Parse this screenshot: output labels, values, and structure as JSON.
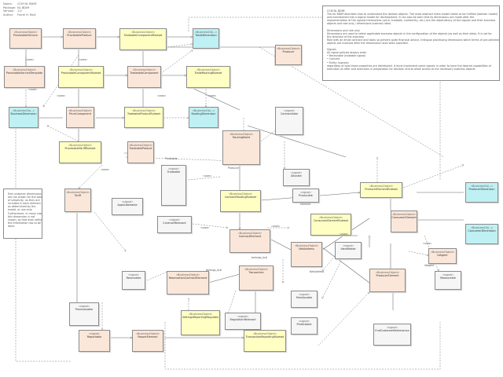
{
  "header": {
    "rows": [
      {
        "key": "Name:",
        "value": "CCM NL BDIM"
      },
      {
        "key": "Package:",
        "value": "NL BDIM"
      },
      {
        "key": "Version:",
        "value": "1.0"
      },
      {
        "key": "Author:",
        "value": "Frank H. Rolij"
      }
    ]
  },
  "notes": {
    "main": [
      "CCM NL BDIM",
      "The NL BDIM describes how to understand the domain objects. The most abstract meta model needs to be fulfilled (domain model)",
      "and transformed into a logical model for development. It can also be seen that its dimensions are made after the",
      "implementation of the signals themselves (price, tradable, conformity, etc.) but the dependency of the signals and their business",
      "objects and role only / dimensions business ideal.",
      "",
      "Dimensions and role only",
      "Dimensions are used to select applicable business objects in the configuration of the objects (as well as their data). It is set for",
      "the direction of the business",
      "Role with an email contract and tasks so prevent quite financial advice, trilingual processing dimensions which terms of pre-selected",
      "objects are involved after the dimensions have been specified.",
      "",
      "Signals",
      "All signal policies always exist:",
      "• Receivable (tradable signal)",
      "• Content",
      "• Entity (signals)",
      "regardless of how these properties are distributed. It must implement some signals in order to have the desired capabilities of",
      "execution as offer and execution in preparation for decision and to allow access to the necessary business objects"
    ],
    "side": [
      "End customer dimensions",
      "are not shown for the sake",
      "of simplicity, as they are",
      "included in each element",
      "as determined by the",
      "model, or use only.",
      "Furthermore, in many cases",
      "this dimension is not",
      "shown, so that even without",
      "the information has to be",
      "done."
    ]
  },
  "stereotypes": {
    "bo": "«BusinessObject»",
    "dim": "«BusinessObj...»",
    "sig": "«signal»"
  },
  "nodes": [
    {
      "id": "provisiable-service",
      "stereo": "«BusinessObject»",
      "name": "ProvisiableService",
      "color": "beige"
    },
    {
      "id": "provisiable-product",
      "stereo": "«BusinessObject»",
      "name": "ProvisiableProduct",
      "color": "beige"
    },
    {
      "id": "tradeable-component-ruleset",
      "stereo": "«BusinessObject»",
      "name": "TradeableComponentRuleset",
      "color": "yellow"
    },
    {
      "id": "trade-dimension",
      "stereo": "«BusinessObj...»",
      "name": "TradeDimension",
      "color": "cyan"
    },
    {
      "id": "producer-top",
      "stereo": "«BusinessObject»",
      "name": "Producer",
      "color": "beige"
    },
    {
      "id": "provisiable-service-template",
      "stereo": "«BusinessObject»",
      "name": "ProvisiableServiceTemplate",
      "color": "beige"
    },
    {
      "id": "provisiable-component-ruleset",
      "stereo": "«BusinessObject»",
      "name": "ProvisiableComponentRuleset",
      "color": "yellow"
    },
    {
      "id": "tradeable-component",
      "stereo": "«BusinessObject»",
      "name": "TradeableComponent",
      "color": "beige"
    },
    {
      "id": "trade-routing-ruleset",
      "stereo": "«BusinessObject»",
      "name": "TradeRoutingRuleset",
      "color": "yellow"
    },
    {
      "id": "business-dimension",
      "stereo": "«BusinessObj...»",
      "name": "BusinessDimension",
      "color": "cyan"
    },
    {
      "id": "price-component",
      "stereo": "«BusinessObject»",
      "name": "PriceComponent",
      "color": "beige"
    },
    {
      "id": "tradeable-product-ruleset",
      "stereo": "«BusinessObject»",
      "name": "TradeableProductRuleset",
      "color": "yellow"
    },
    {
      "id": "routing-dimension",
      "stereo": "«BusinessObj...»",
      "name": "RoutingDimension",
      "color": "cyan"
    },
    {
      "id": "contract-able",
      "stereo": "«signal»",
      "name": "ContractAble",
      "color": "white"
    },
    {
      "id": "provisiable-tariff-ruleset",
      "stereo": "«BusinessObject»",
      "name": "ProvisiableTariffRuleset",
      "color": "yellow"
    },
    {
      "id": "tradeable-product",
      "stereo": "«BusinessObject»",
      "name": "TradeableProduct",
      "color": "beige"
    },
    {
      "id": "routing-need",
      "stereo": "«BusinessObject»",
      "name": "RoutingNeed",
      "color": "beige"
    },
    {
      "id": "allocate",
      "stereo": "«signal»",
      "name": "Allocate",
      "color": "white"
    },
    {
      "id": "tariff",
      "stereo": "«BusinessObject»",
      "name": "Tariff",
      "color": "beige"
    },
    {
      "id": "tradeable-signal",
      "stereo": "«signal»",
      "name": "Tradeable",
      "color": "white"
    },
    {
      "id": "contract-routing-ruleset",
      "stereo": "«BusinessObject»",
      "name": "ContractRoutingRuleset",
      "color": "yellow"
    },
    {
      "id": "producible",
      "stereo": "«signal»",
      "name": "Producible",
      "color": "white"
    },
    {
      "id": "producer-element-ruleset",
      "stereo": "«BusinessObject»",
      "name": "ProducerElementRuleset",
      "color": "yellow"
    },
    {
      "id": "producer-dimension",
      "stereo": "«BusinessObj...»",
      "name": "ProducerDimension",
      "color": "cyan"
    },
    {
      "id": "applicable",
      "stereo": "«signal»",
      "name": "ApplicAbleable",
      "color": "white"
    },
    {
      "id": "contract-relevant",
      "stereo": "«signal»",
      "name": "ContractRelevant",
      "color": "white"
    },
    {
      "id": "consumer-element-ruleset",
      "stereo": "«BusinessObject»",
      "name": "ConsumerElementRuleset",
      "color": "yellow"
    },
    {
      "id": "consumer-element",
      "stereo": "«BusinessObject»",
      "name": "ConsumerElement",
      "color": "beige"
    },
    {
      "id": "consumer-dimension",
      "stereo": "«BusinessObj...»",
      "name": "ConsumerDimension",
      "color": "cyan"
    },
    {
      "id": "contract-element",
      "stereo": "«BusinessObject»",
      "name": "ContractElement",
      "color": "beige"
    },
    {
      "id": "net-address",
      "stereo": "«BusinessObject»",
      "name": "NetAddress",
      "color": "beige"
    },
    {
      "id": "identifiable",
      "stereo": "«signal»",
      "name": "Identifiable",
      "color": "white"
    },
    {
      "id": "id-agent",
      "stereo": "«BusinessObject»",
      "name": "IdAgent",
      "color": "beige"
    },
    {
      "id": "reservable",
      "stereo": "«signal»",
      "name": "Reservable",
      "color": "white"
    },
    {
      "id": "reservation-contract-element",
      "stereo": "«BusinessObject»",
      "name": "ReservationContractElement",
      "color": "beige"
    },
    {
      "id": "transaction",
      "stereo": "«BusinessObject»",
      "name": "Transaction",
      "color": "beige"
    },
    {
      "id": "producer-element",
      "stereo": "«BusinessObject»",
      "name": "ProducerElement",
      "color": "beige"
    },
    {
      "id": "measurable",
      "stereo": "«signal»",
      "name": "Measurable",
      "color": "white"
    },
    {
      "id": "provisionable",
      "stereo": "«signal»",
      "name": "Provisionable",
      "color": "white"
    },
    {
      "id": "monitorable",
      "stereo": "«signal»",
      "name": "Monitorable",
      "color": "white"
    },
    {
      "id": "settings-reporting-regulations",
      "stereo": "«BusinessObject»",
      "name": "SettingsReportingRegulatio",
      "color": "yellow"
    },
    {
      "id": "regulation-relevant",
      "stereo": "«signal»",
      "name": "RegulationRelevant",
      "color": "white"
    },
    {
      "id": "predictable",
      "stereo": "«signal»",
      "name": "Predictable",
      "color": "white"
    },
    {
      "id": "end-customer-retrievance",
      "stereo": "«signal»",
      "name": "EndCustomerRetrievance",
      "color": "white"
    },
    {
      "id": "reportable",
      "stereo": "«signal»",
      "name": "Reportable",
      "color": "white"
    },
    {
      "id": "report-element",
      "stereo": "«BusinessObject»",
      "name": "ReportElement",
      "color": "beige"
    },
    {
      "id": "transaction-reporting-ruleset",
      "stereo": "«BusinessObject»",
      "name": "TransactionReportingRuleset",
      "color": "yellow"
    }
  ],
  "edge_labels": [
    {
      "id": "uses-1",
      "text": "«uses»"
    },
    {
      "id": "uses-2",
      "text": "«uses»"
    },
    {
      "id": "uses-3",
      "text": "«uses»"
    },
    {
      "id": "uses-4",
      "text": "«uses»"
    },
    {
      "id": "uses-5",
      "text": "«uses»"
    },
    {
      "id": "uses-6",
      "text": "«uses»"
    },
    {
      "id": "uses-7",
      "text": "«uses»"
    },
    {
      "id": "uses-8",
      "text": "«uses»"
    },
    {
      "id": "uses-9",
      "text": "«uses»"
    },
    {
      "id": "uses-10",
      "text": "«uses»"
    },
    {
      "id": "uses-11",
      "text": "«uses»"
    },
    {
      "id": "uses-12",
      "text": "«uses»"
    },
    {
      "id": "belongs-1",
      "text": "belongs_to#"
    },
    {
      "id": "belongs-2",
      "text": "belongs_to#"
    },
    {
      "id": "element",
      "text": "element"
    },
    {
      "id": "netaddress",
      "text": "NetAddress"
    },
    {
      "id": "idagent",
      "text": "IdAgent"
    },
    {
      "id": "tradeable-lbl",
      "text": "Tradeable"
    },
    {
      "id": "producer-lbl",
      "text": "Producer"
    }
  ]
}
